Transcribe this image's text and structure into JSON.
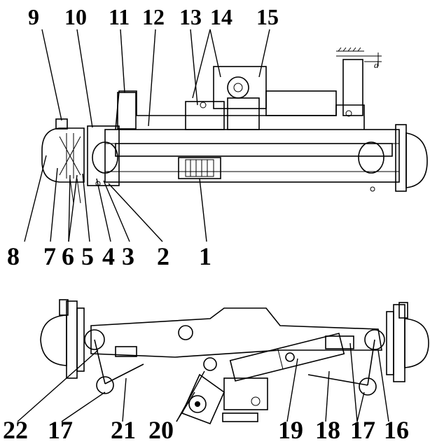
{
  "labels_top": [
    "9",
    "10",
    "11",
    "12",
    "13",
    "14",
    "15"
  ],
  "labels_bottom_row": [
    "8",
    "7",
    "6",
    "5",
    "4",
    "3",
    "2",
    "1"
  ],
  "labels_lower_view": [
    "22",
    "17",
    "21",
    "20",
    "19",
    "18",
    "17",
    "16"
  ],
  "dimension_label": "d",
  "colors": {
    "ink": "#000000",
    "paper": "#ffffff"
  }
}
